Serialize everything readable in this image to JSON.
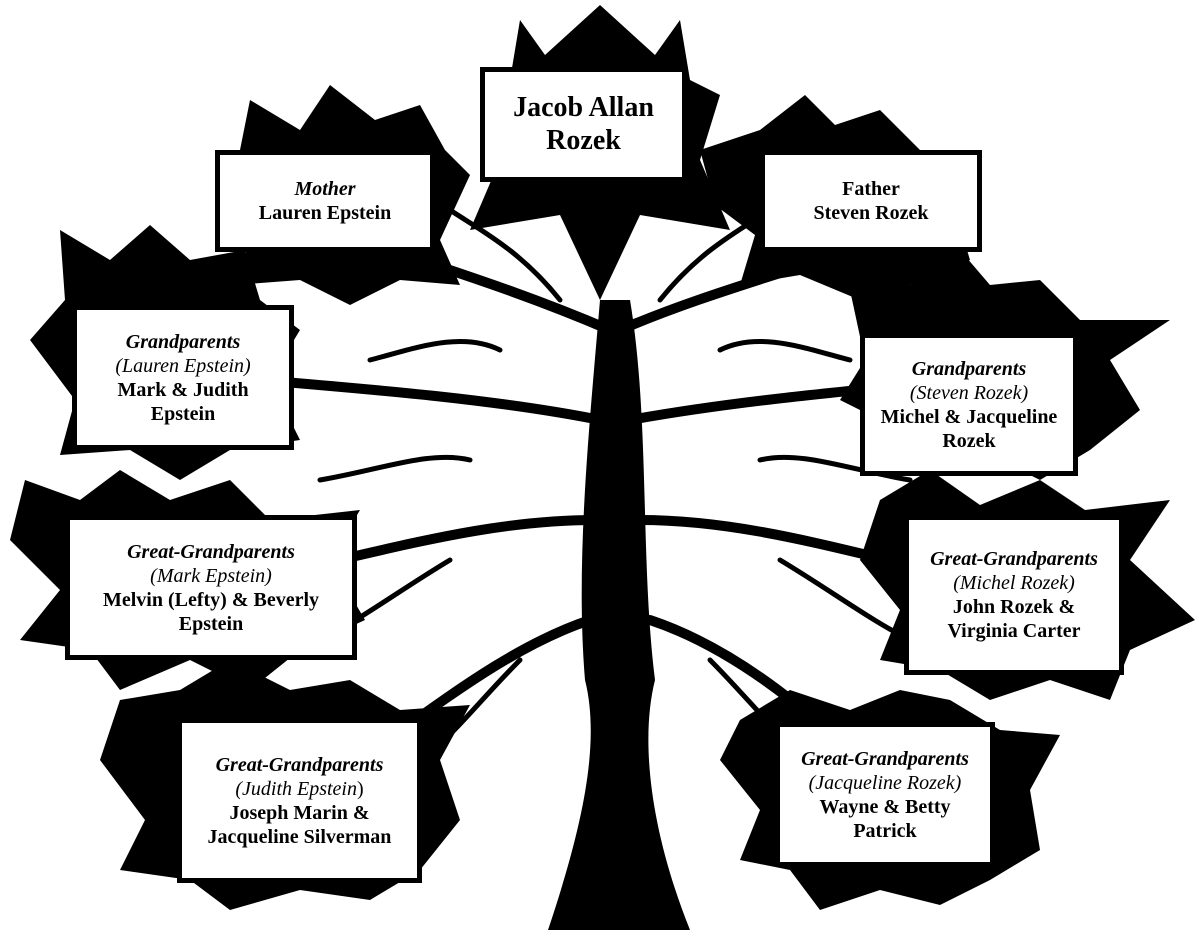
{
  "tree": {
    "root": {
      "name_line1": "Jacob Allan",
      "name_line2": "Rozek"
    },
    "mother": {
      "label": "Mother",
      "name": "Lauren Epstein"
    },
    "father": {
      "label": "Father",
      "name": "Steven Rozek"
    },
    "grandparents_maternal": {
      "label": "Grandparents",
      "via": "(Lauren Epstein)",
      "name_line1": "Mark & Judith",
      "name_line2": "Epstein"
    },
    "grandparents_paternal": {
      "label": "Grandparents",
      "via": "(Steven Rozek)",
      "name_line1": "Michel & Jacqueline",
      "name_line2": "Rozek"
    },
    "ggp_mark": {
      "label": "Great-Grandparents",
      "via": "(Mark Epstein)",
      "name_line1": "Melvin (Lefty) & Beverly",
      "name_line2": "Epstein"
    },
    "ggp_michel": {
      "label": "Great-Grandparents",
      "via": "(Michel Rozek)",
      "name_line1": "John Rozek &",
      "name_line2": "Virginia Carter"
    },
    "ggp_judith": {
      "label": "Great-Grandparents",
      "via_open": "(Judith Epstein",
      "via_close": ")",
      "name_line1": "Joseph Marin &",
      "name_line2": "Jacqueline Silverman"
    },
    "ggp_jacqueline": {
      "label": "Great-Grandparents",
      "via": "(Jacqueline Rozek)",
      "name_line1": "Wayne & Betty",
      "name_line2": "Patrick"
    }
  }
}
